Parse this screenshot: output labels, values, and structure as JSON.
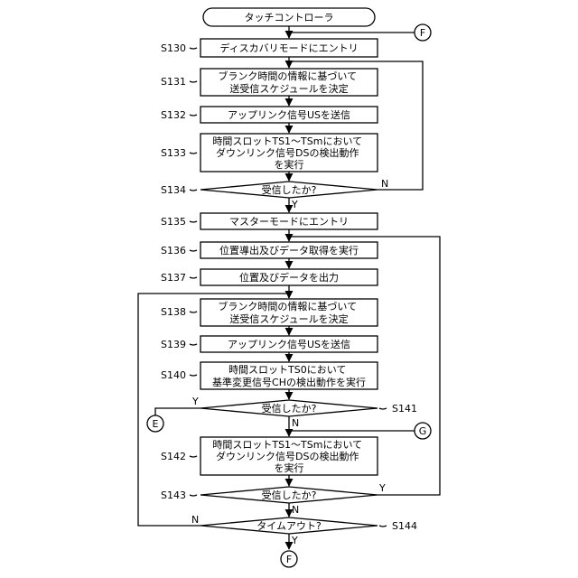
{
  "start": "タッチコントローラ",
  "steps": {
    "s130": {
      "label": "S130",
      "text": [
        "ディスカバリモードにエントリ"
      ]
    },
    "s131": {
      "label": "S131",
      "text": [
        "ブランク時間の情報に基づいて",
        "送受信スケジュールを決定"
      ]
    },
    "s132": {
      "label": "S132",
      "text": [
        "アップリンク信号USを送信"
      ]
    },
    "s133": {
      "label": "S133",
      "text": [
        "時間スロットTS1～TSmにおいて",
        "ダウンリンク信号DSの検出動作",
        "を実行"
      ]
    },
    "s134": {
      "label": "S134",
      "text": [
        "受信したか?"
      ]
    },
    "s135": {
      "label": "S135",
      "text": [
        "マスターモードにエントリ"
      ]
    },
    "s136": {
      "label": "S136",
      "text": [
        "位置導出及びデータ取得を実行"
      ]
    },
    "s137": {
      "label": "S137",
      "text": [
        "位置及びデータを出力"
      ]
    },
    "s138": {
      "label": "S138",
      "text": [
        "ブランク時間の情報に基づいて",
        "送受信スケジュールを決定"
      ]
    },
    "s139": {
      "label": "S139",
      "text": [
        "アップリンク信号USを送信"
      ]
    },
    "s140": {
      "label": "S140",
      "text": [
        "時間スロットTS0において",
        "基準変更信号CHの検出動作を実行"
      ]
    },
    "s141": {
      "label": "S141",
      "text": [
        "受信したか?"
      ]
    },
    "s142": {
      "label": "S142",
      "text": [
        "時間スロットTS1～TSmにおいて",
        "ダウンリンク信号DSの検出動作",
        "を実行"
      ]
    },
    "s143": {
      "label": "S143",
      "text": [
        "受信したか?"
      ]
    },
    "s144": {
      "label": "S144",
      "text": [
        "タイムアウト?"
      ]
    }
  },
  "connectors": {
    "F": "F",
    "E": "E",
    "G": "G"
  },
  "branches": {
    "yes": "Y",
    "no": "N"
  }
}
